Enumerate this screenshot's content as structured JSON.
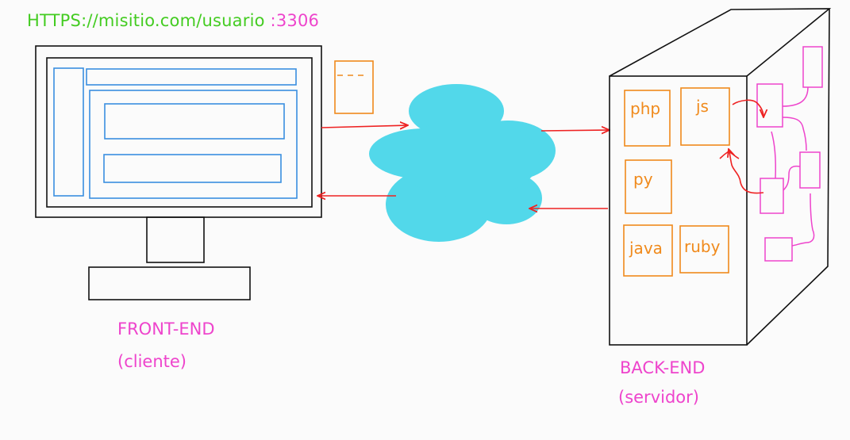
{
  "url": {
    "text": "HTTPS://misitio.com/usuario",
    "port": ":3306"
  },
  "frontend": {
    "title": "FRONT-END",
    "subtitle": "(cliente)"
  },
  "backend": {
    "title": "BACK-END",
    "subtitle": "(servidor)"
  },
  "languages": [
    "php",
    "js",
    "py",
    "java",
    "ruby"
  ],
  "colors": {
    "url_green": "#44cc22",
    "label_pink": "#ee44cc",
    "wireframe_blue": "#3a8fe0",
    "tech_orange": "#f08a1c",
    "cloud_cyan": "#52d8ea",
    "arrow_red": "#ee2222",
    "outline_black": "#111111"
  }
}
